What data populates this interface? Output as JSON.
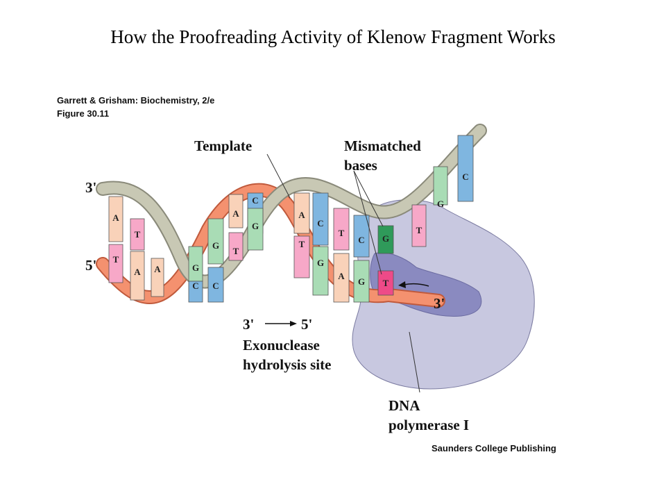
{
  "title": "How the Proofreading Activity of Klenow Fragment Works",
  "source": {
    "line1": "Garrett & Grisham: Biochemistry, 2/e",
    "line2": "Figure 30.11"
  },
  "labels": {
    "template": "Template",
    "mismatched_1": "Mismatched",
    "mismatched_2": "bases",
    "three_prime_top": "3'",
    "five_prime_left": "5'",
    "three_prime_end": "3'",
    "direction_from": "3'",
    "direction_to": "5'",
    "exonuclease_1": "Exonuclease",
    "exonuclease_2": "hydrolysis site",
    "polymerase_1": "DNA",
    "polymerase_2": "polymerase I",
    "publisher": "Saunders College Publishing"
  },
  "colors": {
    "template_strand": "#c8c8b4",
    "template_edge": "#8a8a7a",
    "new_strand": "#f4916f",
    "new_strand_edge": "#c05a3c",
    "polymerase_light": "#c8c8e0",
    "polymerase_dark": "#8a8ac0",
    "base_A": "#f9d2b9",
    "base_T": "#f7a8c8",
    "base_G": "#a9dcb5",
    "base_C": "#7fb6e0",
    "mismatch_G": "#2f9a5a",
    "mismatch_T": "#ee4a88"
  },
  "bases": [
    {
      "letter": "A"
    },
    {
      "letter": "T"
    },
    {
      "letter": "T"
    },
    {
      "letter": "A"
    },
    {
      "letter": "A"
    },
    {
      "letter": "G"
    },
    {
      "letter": "C"
    },
    {
      "letter": "G"
    },
    {
      "letter": "C"
    },
    {
      "letter": "A"
    },
    {
      "letter": "T"
    },
    {
      "letter": "C"
    },
    {
      "letter": "G"
    },
    {
      "letter": "A"
    },
    {
      "letter": "T"
    },
    {
      "letter": "C"
    },
    {
      "letter": "G"
    },
    {
      "letter": "T"
    },
    {
      "letter": "A"
    },
    {
      "letter": "C"
    },
    {
      "letter": "G"
    },
    {
      "letter": "G"
    },
    {
      "letter": "T"
    },
    {
      "letter": "T"
    },
    {
      "letter": "G"
    },
    {
      "letter": "C"
    }
  ]
}
